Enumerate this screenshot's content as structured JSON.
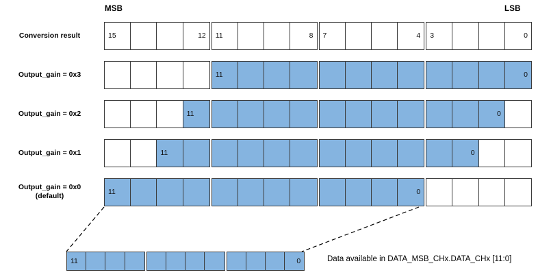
{
  "figure": {
    "endian": {
      "msb": "MSB",
      "lsb": "LSB"
    },
    "caption": "Data available in DATA_MSB_CHx.DATA_CHx [11:0]",
    "colors": {
      "active_bit_fill": "#85b4e0",
      "inactive_bit_fill": "#ffffff",
      "cell_border": "#3b3b3b",
      "background": "#ffffff",
      "leader_line": "#000000"
    },
    "grid": {
      "total_bits": 16,
      "nibble_size": 4,
      "nibble_count": 4
    },
    "rows": [
      {
        "id": "conversion-result",
        "label": "Conversion result",
        "sublabel": "",
        "bit_count": 16,
        "active_start": null,
        "active_end": null,
        "markers": [
          {
            "cell": 0,
            "text": "15",
            "align": "left"
          },
          {
            "cell": 3,
            "text": "12",
            "align": "right"
          },
          {
            "cell": 4,
            "text": "11",
            "align": "left"
          },
          {
            "cell": 7,
            "text": "8",
            "align": "right"
          },
          {
            "cell": 8,
            "text": "7",
            "align": "left"
          },
          {
            "cell": 11,
            "text": "4",
            "align": "right"
          },
          {
            "cell": 12,
            "text": "3",
            "align": "left"
          },
          {
            "cell": 15,
            "text": "0",
            "align": "right"
          }
        ]
      },
      {
        "id": "output-gain-0x3",
        "label": "Output_gain = 0x3",
        "sublabel": "",
        "bit_count": 16,
        "active_start": 4,
        "active_end": 15,
        "markers": [
          {
            "cell": 4,
            "text": "11",
            "align": "left"
          },
          {
            "cell": 15,
            "text": "0",
            "align": "right"
          }
        ]
      },
      {
        "id": "output-gain-0x2",
        "label": "Output_gain = 0x2",
        "sublabel": "",
        "bit_count": 16,
        "active_start": 3,
        "active_end": 14,
        "markers": [
          {
            "cell": 3,
            "text": "11",
            "align": "left"
          },
          {
            "cell": 14,
            "text": "0",
            "align": "right"
          }
        ]
      },
      {
        "id": "output-gain-0x1",
        "label": "Output_gain = 0x1",
        "sublabel": "",
        "bit_count": 16,
        "active_start": 2,
        "active_end": 13,
        "markers": [
          {
            "cell": 2,
            "text": "11",
            "align": "left"
          },
          {
            "cell": 13,
            "text": "0",
            "align": "right"
          }
        ]
      },
      {
        "id": "output-gain-0x0",
        "label": "Output_gain = 0x0",
        "sublabel": "(default)",
        "bit_count": 16,
        "active_start": 0,
        "active_end": 11,
        "markers": [
          {
            "cell": 0,
            "text": "11",
            "align": "left"
          },
          {
            "cell": 11,
            "text": "0",
            "align": "right"
          }
        ]
      }
    ],
    "expanded_row": {
      "id": "expanded-12bit",
      "bit_count": 12,
      "active_start": 0,
      "active_end": 11,
      "markers": [
        {
          "cell": 0,
          "text": "11",
          "align": "left"
        },
        {
          "cell": 11,
          "text": "0",
          "align": "right"
        }
      ]
    }
  }
}
